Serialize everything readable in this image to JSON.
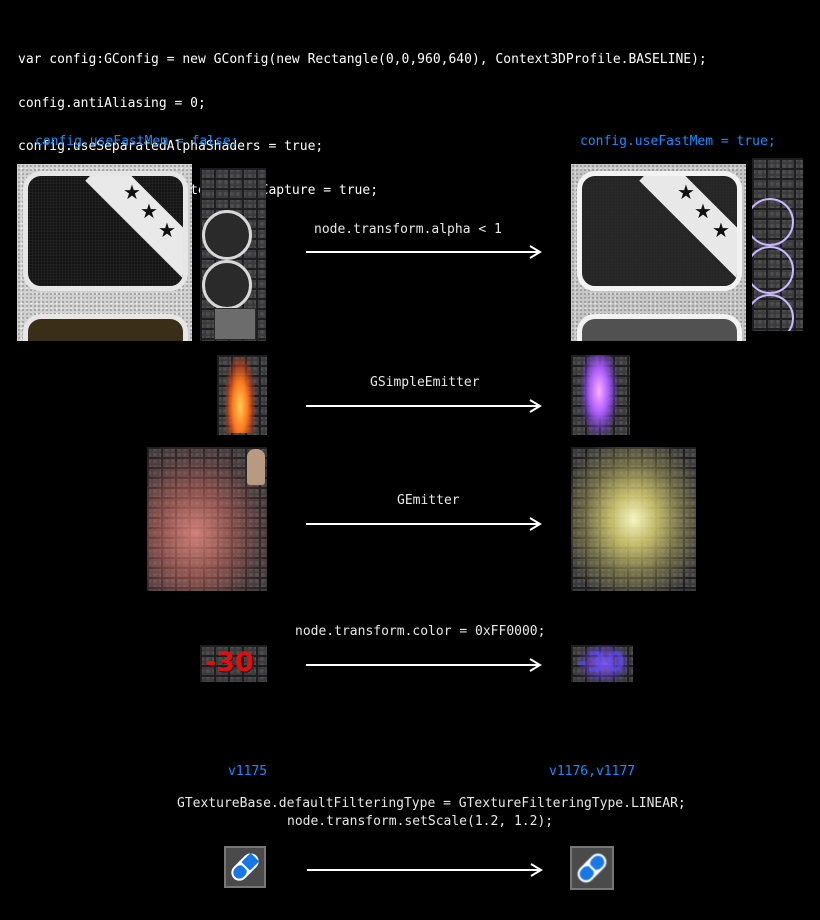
{
  "code_header": [
    "var config:GConfig = new GConfig(new Rectangle(0,0,960,640), Context3DProfile.BASELINE);",
    "config.antiAliasing = 0;",
    "config.useSeparatedAlphaShaders = true;",
    "config.enableNativeContentMouseCapture = true;"
  ],
  "columns": {
    "left_label": "config.useFastMem = false;",
    "right_label": "config.useFastMem = true;"
  },
  "rows": [
    {
      "label": "node.transform.alpha < 1"
    },
    {
      "label": "GSimpleEmitter"
    },
    {
      "label": "GEmitter"
    },
    {
      "label": "node.transform.color = 0xFF0000;",
      "left_text": "-30",
      "right_text": "-30"
    }
  ],
  "versions": {
    "left": "v1175",
    "right": "v1176,v1177",
    "code": [
      "GTextureBase.defaultFilteringType = GTextureFilteringType.LINEAR;",
      "node.transform.setScale(1.2, 1.2);"
    ]
  },
  "colors": {
    "accent": "#1a8cff",
    "background": "#000000",
    "damage_red": "#e01010",
    "tint_purple": "#a070ff"
  },
  "icons": [
    "pill-icon",
    "star-icon",
    "arrow-right-icon"
  ]
}
